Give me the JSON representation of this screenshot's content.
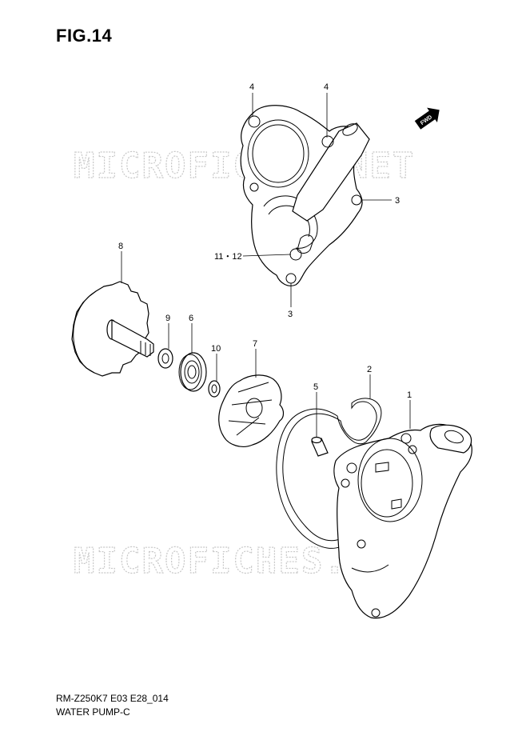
{
  "figure_title": "FIG.14",
  "watermark": "MICROFICHES.NET",
  "direction_marker": "FWD",
  "callouts": {
    "c1": "1",
    "c2": "2",
    "c3a": "3",
    "c3b": "3",
    "c4a": "4",
    "c4b": "4",
    "c5": "5",
    "c6": "6",
    "c7": "7",
    "c8": "8",
    "c9": "9",
    "c10": "10",
    "c11_12": "11・12"
  },
  "footer": {
    "model_code": "RM-Z250K7 E03 E28_014",
    "section_name": "WATER PUMP-C"
  }
}
